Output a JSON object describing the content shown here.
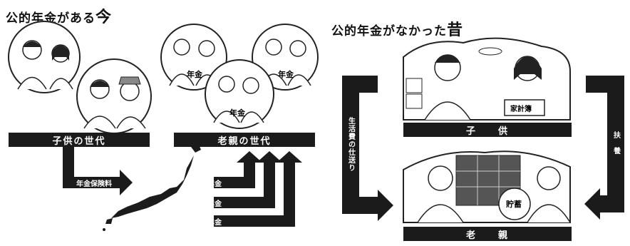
{
  "left_panel": {
    "title_main": "公的年金がある",
    "title_suffix": "今",
    "children_label": "子供の世代",
    "elderly_label": "老親の世代",
    "premium_label": "年金保険料",
    "pension_labels": [
      "年金",
      "年金",
      "年金"
    ],
    "circle_pension_labels": [
      "年金",
      "年金",
      "年金"
    ]
  },
  "right_panel": {
    "title_main": "公的年金がなかった",
    "title_suffix": "昔",
    "living_cost_label": "生活費の仕送り",
    "support_label": "扶　養",
    "child_label": "子　　供",
    "parent_label": "老　　親",
    "household_book": "家計簿",
    "savings_jar": "貯蓄"
  }
}
